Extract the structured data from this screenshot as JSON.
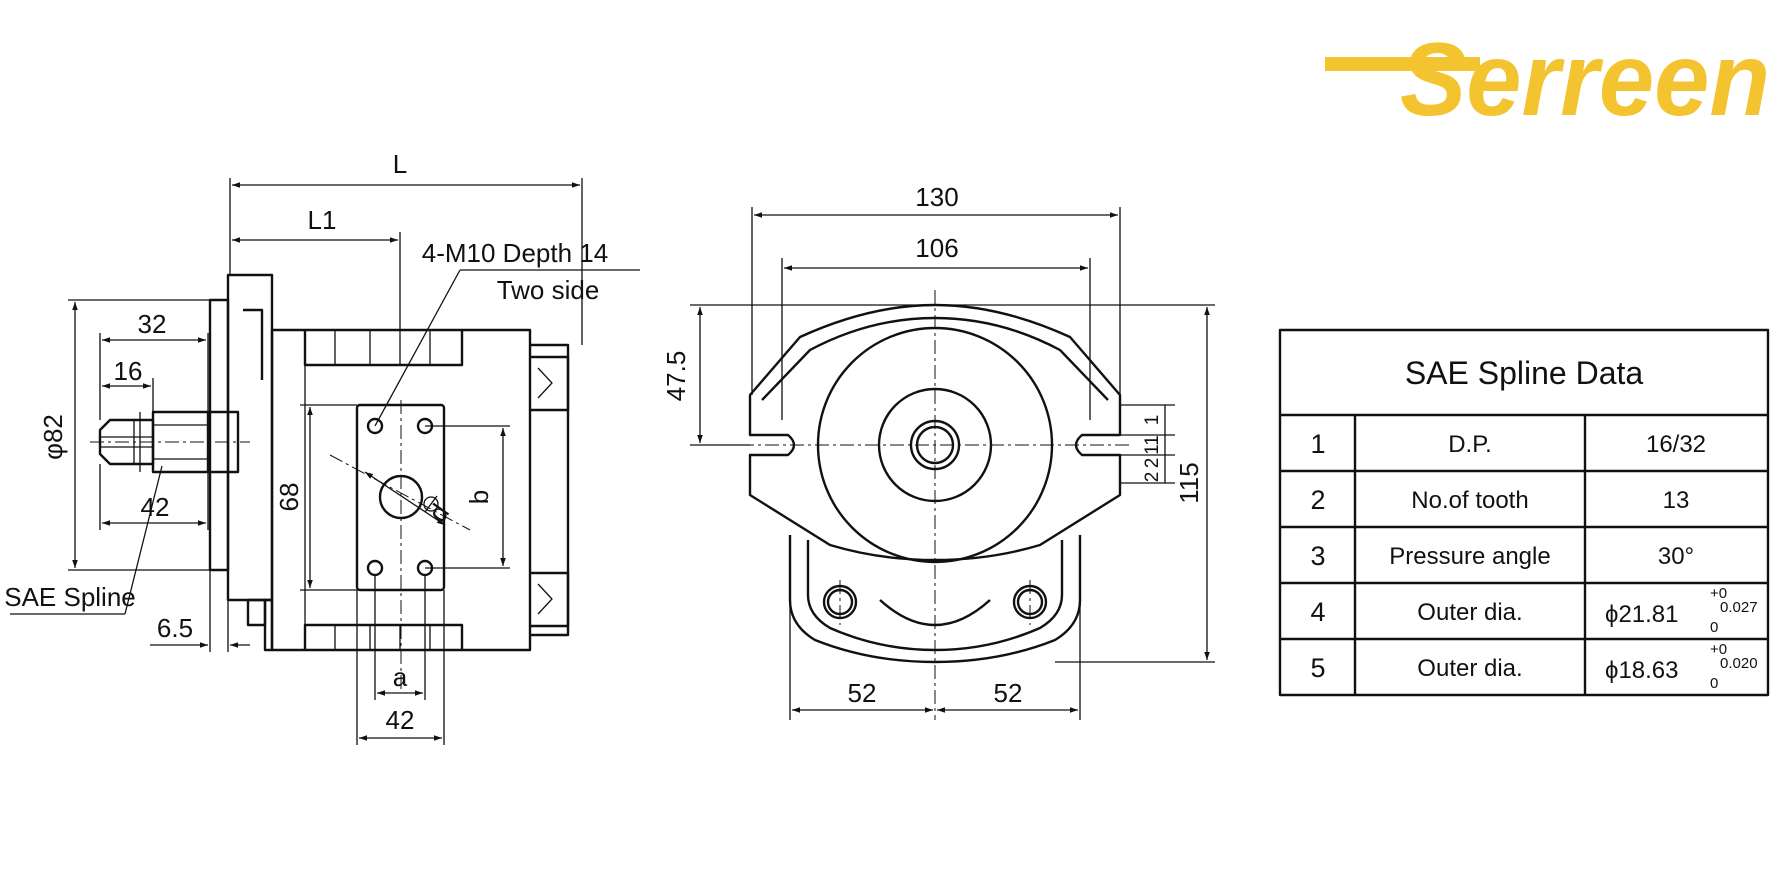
{
  "logo": {
    "text": "Serreen",
    "color": "#f4c430"
  },
  "side_view": {
    "dim_L": "L",
    "dim_L1": "L1",
    "dim_32": "32",
    "dim_16": "16",
    "dim_phi82": "φ82",
    "dim_42_shaft": "42",
    "dim_6_5": "6.5",
    "label_sae_spline": "SAE Spline",
    "note_thread_line1": "4-M10 Depth 14",
    "note_thread_line2": "Two side",
    "dim_68": "68",
    "dim_b": "b",
    "dim_d": "d",
    "dim_a": "a",
    "dim_42_port": "42"
  },
  "front_view": {
    "dim_130": "130",
    "dim_106": "106",
    "dim_47_5": "47.5",
    "dim_115": "115",
    "dim_52_left": "52",
    "dim_52_right": "52",
    "dim_small_2a": "2",
    "dim_small_11": "11",
    "dim_small_2b": "2",
    "dim_small_1": "1"
  },
  "table": {
    "title": "SAE Spline Data",
    "rows": [
      {
        "n": "1",
        "param": "D.P.",
        "value": "16/32",
        "tol_upper": "",
        "tol_lower": ""
      },
      {
        "n": "2",
        "param": "No.of tooth",
        "value": "13",
        "tol_upper": "",
        "tol_lower": ""
      },
      {
        "n": "3",
        "param": "Pressure angle",
        "value": "30°",
        "tol_upper": "",
        "tol_lower": ""
      },
      {
        "n": "4",
        "param": "Outer dia.",
        "value": "ϕ21.81",
        "tol_upper": "+0",
        "tol_upper2": "0.027",
        "tol_lower": "0"
      },
      {
        "n": "5",
        "param": "Outer dia.",
        "value": "ϕ18.63",
        "tol_upper": "+0",
        "tol_upper2": "0.020",
        "tol_lower": "0"
      }
    ]
  }
}
